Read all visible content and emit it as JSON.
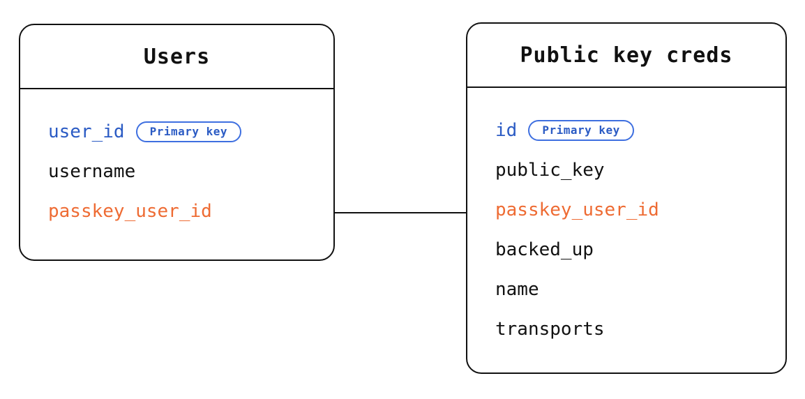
{
  "diagram": {
    "type": "entity-relationship-diagram",
    "background_color": "#ffffff",
    "colors": {
      "border": "#111111",
      "text": "#111111",
      "primary_key": "#2b5bc4",
      "foreign_key": "#ee6b33",
      "badge_border": "#3e6fe0"
    },
    "entities": [
      {
        "id": "users",
        "title": "Users",
        "fields": [
          {
            "name": "user_id",
            "role": "primary_key",
            "badge": "Primary key"
          },
          {
            "name": "username",
            "role": "plain",
            "badge": null
          },
          {
            "name": "passkey_user_id",
            "role": "foreign_key",
            "badge": null
          }
        ]
      },
      {
        "id": "public_key_creds",
        "title": "Public key creds",
        "fields": [
          {
            "name": "id",
            "role": "primary_key",
            "badge": "Primary key"
          },
          {
            "name": "public_key",
            "role": "plain",
            "badge": null
          },
          {
            "name": "passkey_user_id",
            "role": "foreign_key",
            "badge": null
          },
          {
            "name": "backed_up",
            "role": "plain",
            "badge": null
          },
          {
            "name": "name",
            "role": "plain",
            "badge": null
          },
          {
            "name": "transports",
            "role": "plain",
            "badge": null
          }
        ]
      }
    ],
    "relationships": [
      {
        "from": "users.passkey_user_id",
        "to": "public_key_creds.passkey_user_id",
        "style": "plain-line"
      }
    ]
  }
}
